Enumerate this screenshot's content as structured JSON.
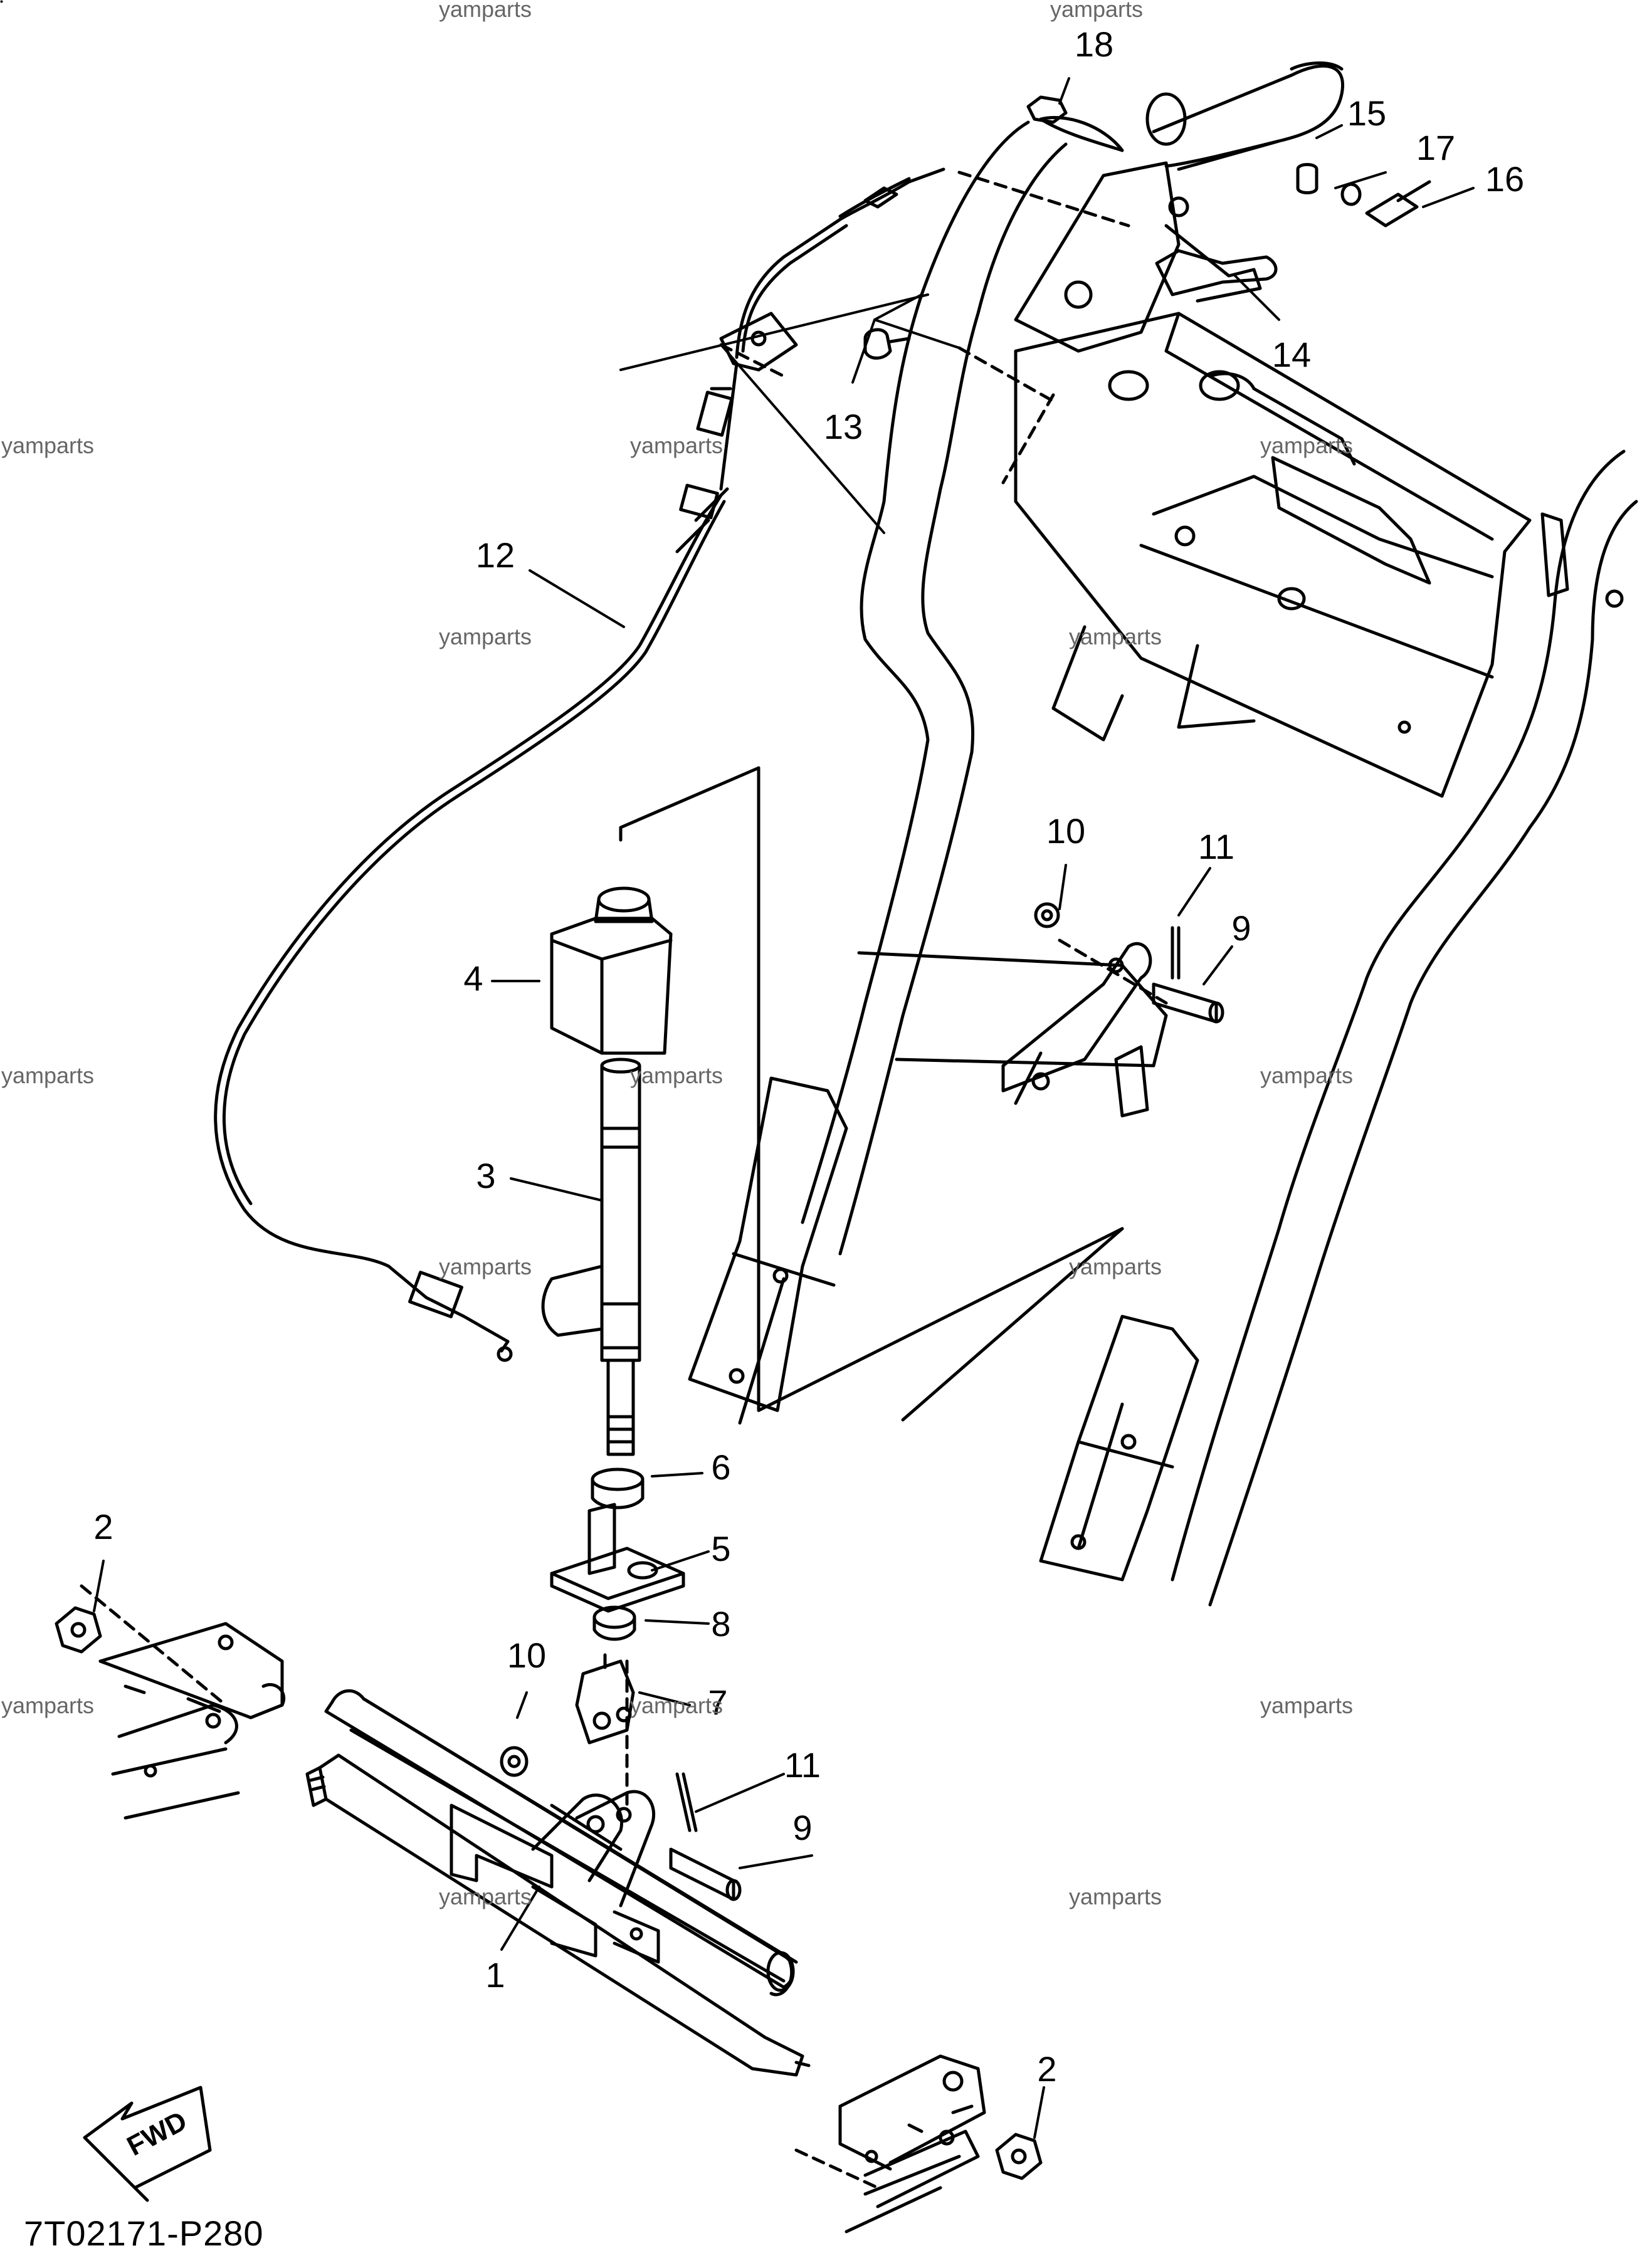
{
  "diagram": {
    "part_code": "7T02171-P280",
    "direction_label": "FWD",
    "watermark": "yamparts",
    "callouts": [
      "18",
      "15",
      "17",
      "16",
      "14",
      "13",
      "12",
      "4",
      "3",
      "10",
      "11",
      "9",
      "6",
      "5",
      "2",
      "8",
      "10",
      "7",
      "11",
      "9",
      "1",
      "2"
    ]
  }
}
